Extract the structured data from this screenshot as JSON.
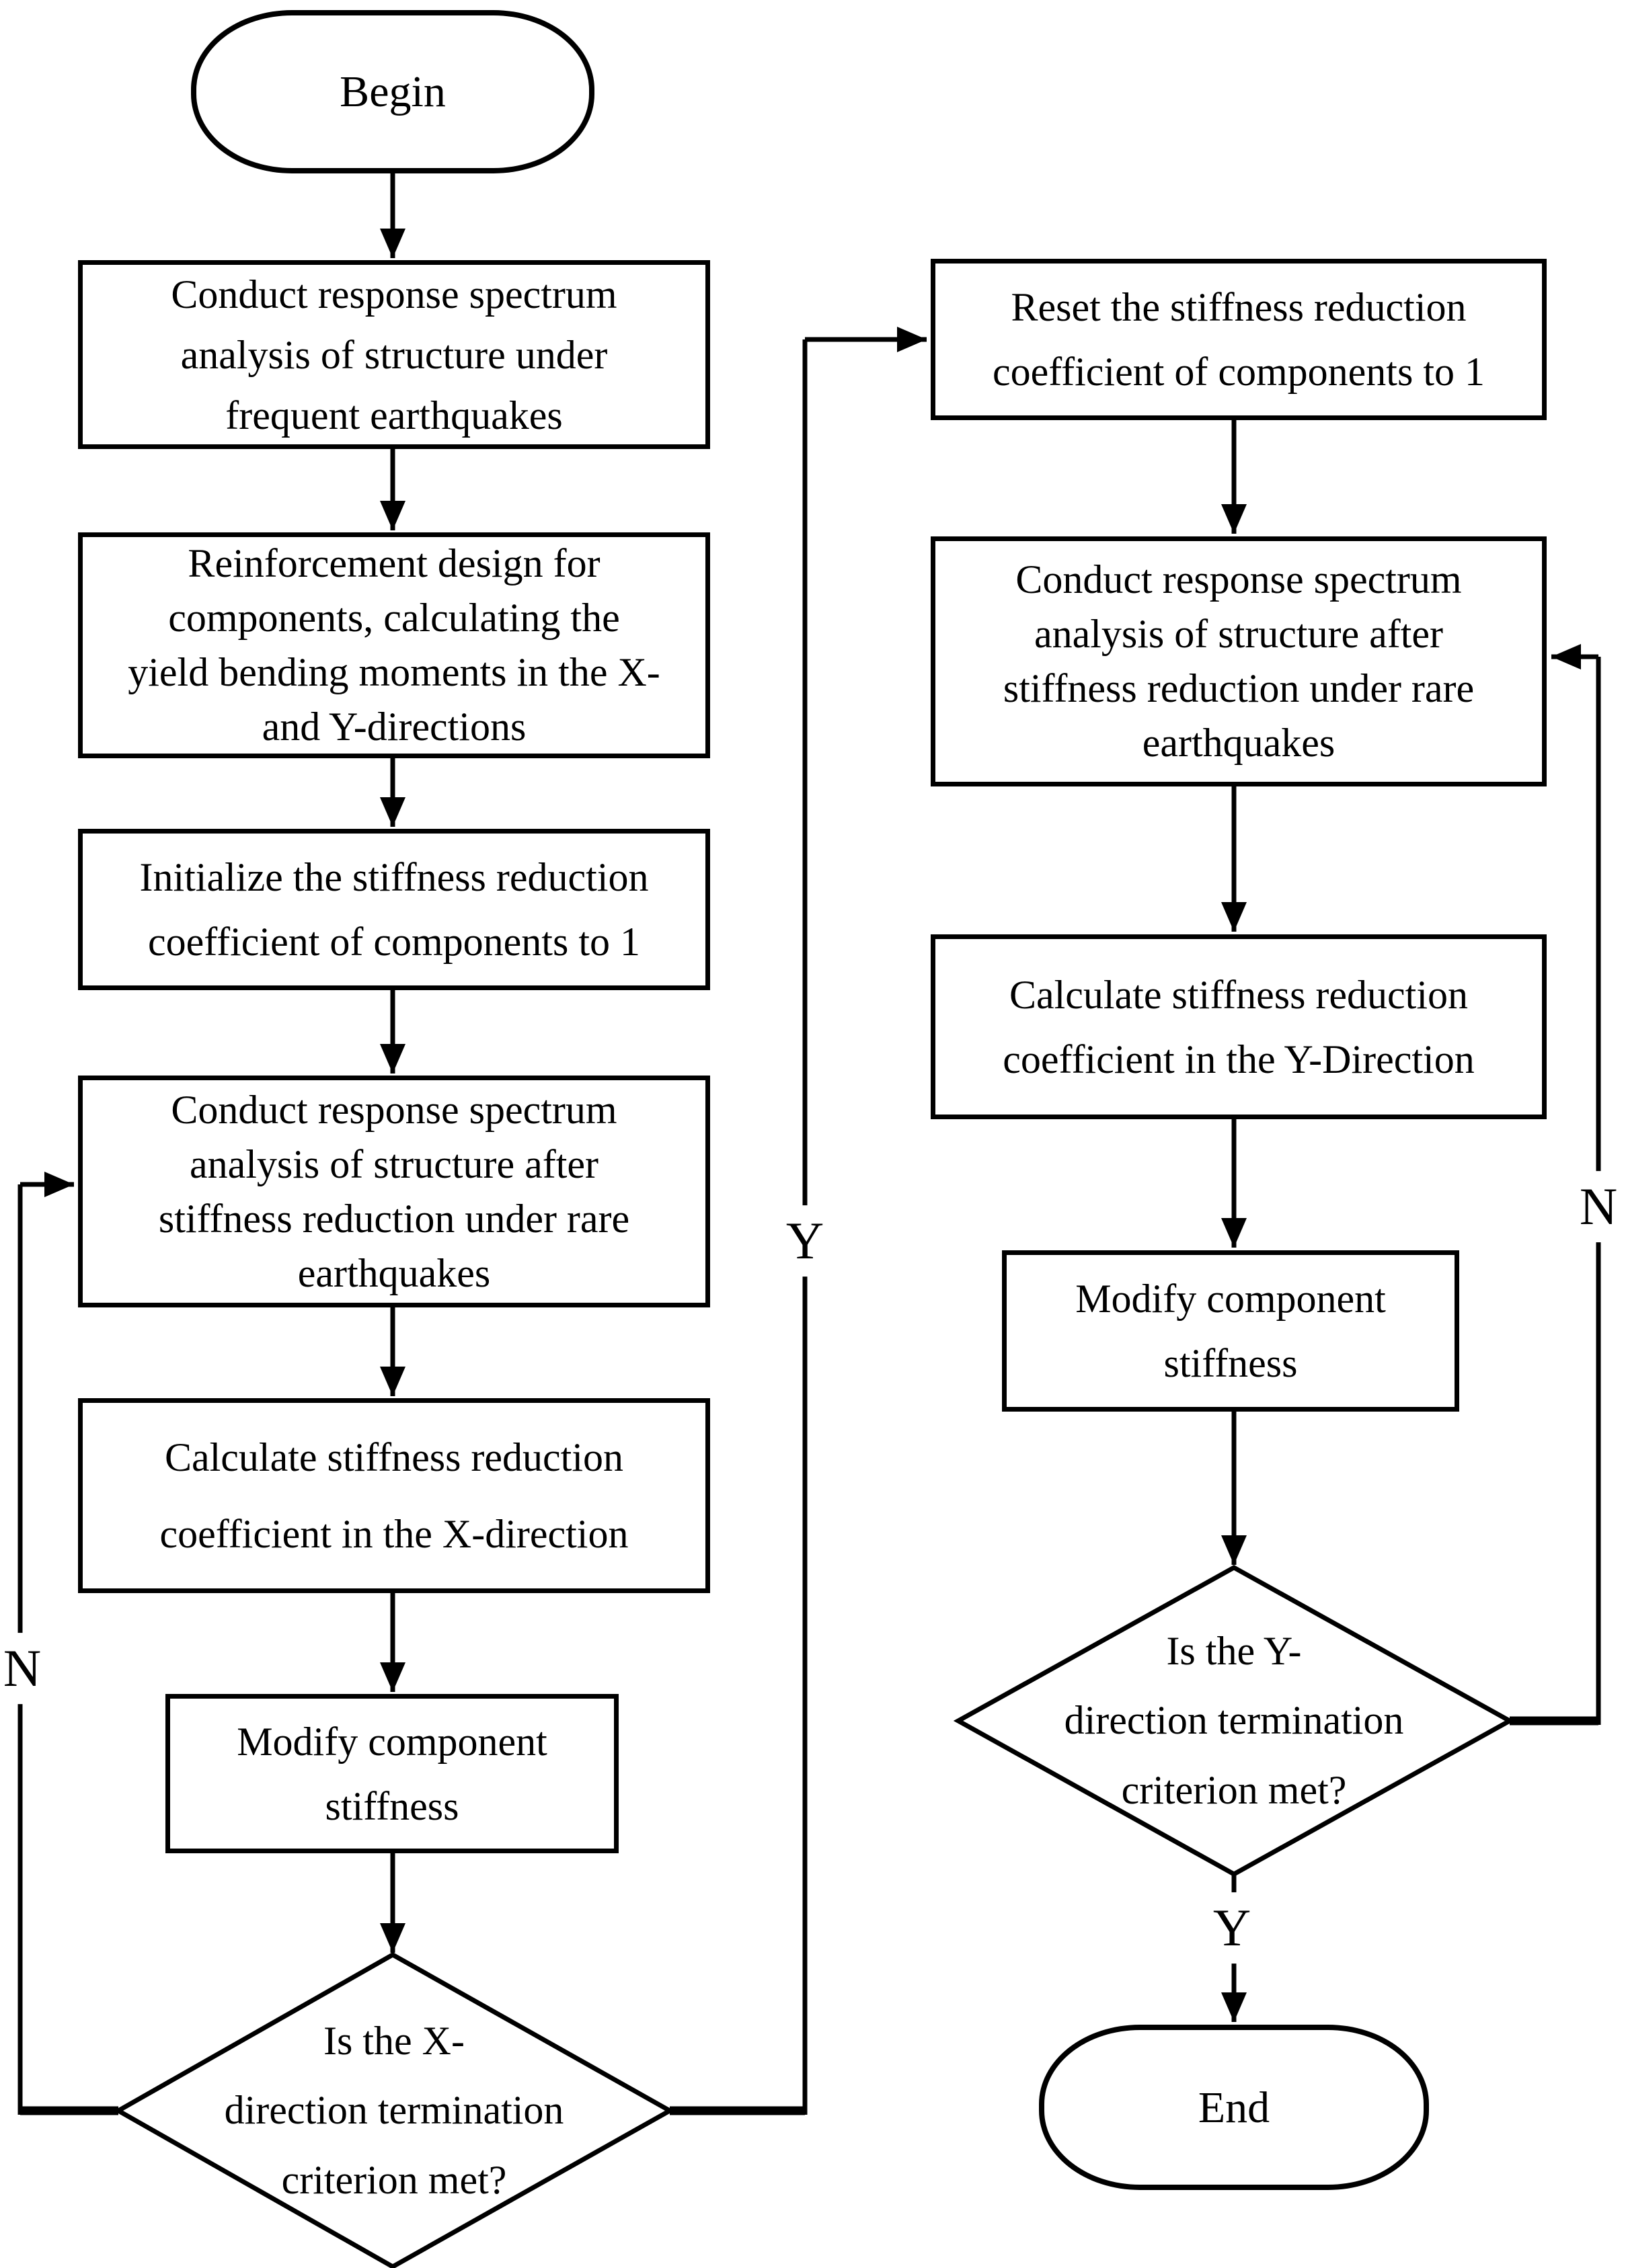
{
  "diagram": {
    "type": "flowchart",
    "colors": {
      "ink": "#000000",
      "paper": "#ffffff"
    },
    "nodes": {
      "begin": {
        "shape": "terminator",
        "label": "Begin"
      },
      "freq_analysis": {
        "shape": "process",
        "label": "Conduct response spectrum\nanalysis of structure under\nfrequent earthquakes"
      },
      "reinforcement_design": {
        "shape": "process",
        "label": "Reinforcement design for\ncomponents, calculating the\nyield bending moments in the X-\nand Y-directions"
      },
      "init_coefficient": {
        "shape": "process",
        "label": "Initialize the stiffness reduction\ncoefficient of components to 1"
      },
      "rare_analysis_x": {
        "shape": "process",
        "label": "Conduct response spectrum\nanalysis of structure after\nstiffness reduction under rare\nearthquakes"
      },
      "calc_coefficient_x": {
        "shape": "process",
        "label": "Calculate stiffness reduction\ncoefficient in the X-direction"
      },
      "modify_stiffness_x": {
        "shape": "process",
        "label": "Modify component\nstiffness"
      },
      "decision_x": {
        "shape": "decision",
        "label": "Is the X-\ndirection termination\ncriterion met?"
      },
      "reset_coefficient": {
        "shape": "process",
        "label": "Reset the stiffness reduction\ncoefficient of components to 1"
      },
      "rare_analysis_y": {
        "shape": "process",
        "label": "Conduct response spectrum\nanalysis of structure after\nstiffness reduction under rare\nearthquakes"
      },
      "calc_coefficient_y": {
        "shape": "process",
        "label": "Calculate stiffness reduction\ncoefficient in the Y-Direction"
      },
      "modify_stiffness_y": {
        "shape": "process",
        "label": "Modify component\nstiffness"
      },
      "decision_y": {
        "shape": "decision",
        "label": "Is the Y-\ndirection termination\ncriterion met?"
      },
      "end": {
        "shape": "terminator",
        "label": "End"
      }
    },
    "edge_labels": {
      "x_no": "N",
      "x_yes": "Y",
      "y_no": "N",
      "y_yes": "Y"
    }
  }
}
